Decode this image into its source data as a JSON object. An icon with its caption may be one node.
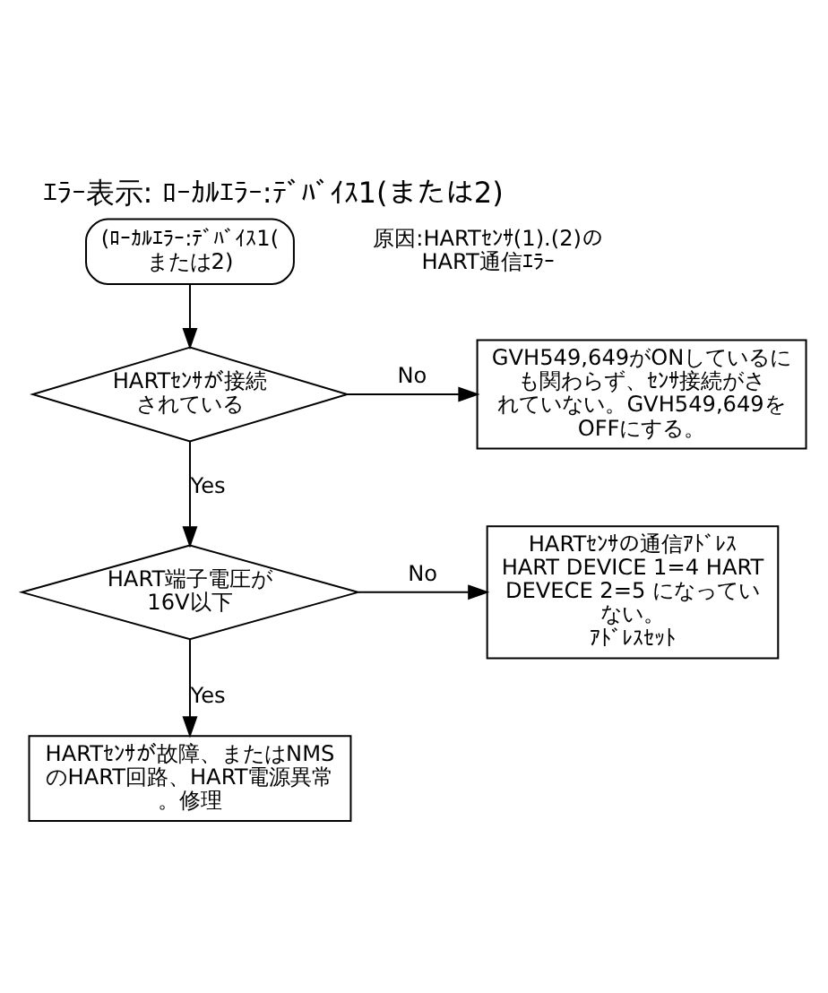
{
  "diagram": {
    "title": "ｴﾗｰ表示: ﾛｰｶﾙｴﾗｰ:ﾃﾞﾊﾞｲｽ1(または2)",
    "nodes": [
      {
        "text": [
          "(ﾛｰｶﾙｴﾗｰ:ﾃﾞﾊﾞｲｽ1(または2)"
        ]
      },
      {
        "text": [
          "HARTｾﾝｻが接続されている"
        ]
      },
      {
        "text": [
          "GVH549,649がONしているにも関わらず、ｾﾝｻ接続がされていない。GVH549,649をOFFにする。"
        ]
      },
      {
        "text": [
          "HART端子電圧が16V以下"
        ]
      },
      {
        "text": [
          "HARTｾﾝｻの通信ｱﾄﾞﾚｽ HART DEVICE 1=4 HART DEVECE 2=5 になっていない。",
          "ｱﾄﾞﾚｽｾｯﾄ"
        ]
      },
      {
        "text": [
          "HARTｾﾝｻが故障、またはNMSのHART回路、HART電源異常。修理"
        ]
      }
    ],
    "edges": [
      {
        "from": 0,
        "to": 1,
        "arrow": "to"
      },
      {
        "from": 1,
        "to": 2,
        "arrow": "to",
        "label": "No"
      },
      {
        "from": 1,
        "to": 3,
        "arrow": "to",
        "label": "Yes"
      },
      {
        "from": 3,
        "to": 4,
        "arrow": "to",
        "label": "No"
      },
      {
        "from": 3,
        "to": 5,
        "arrow": "to",
        "label": "Yes"
      }
    ],
    "labels": [
      "原因:HARTｾﾝｻ(1).(2)のHART通信ｴﾗｰ"
    ]
  }
}
